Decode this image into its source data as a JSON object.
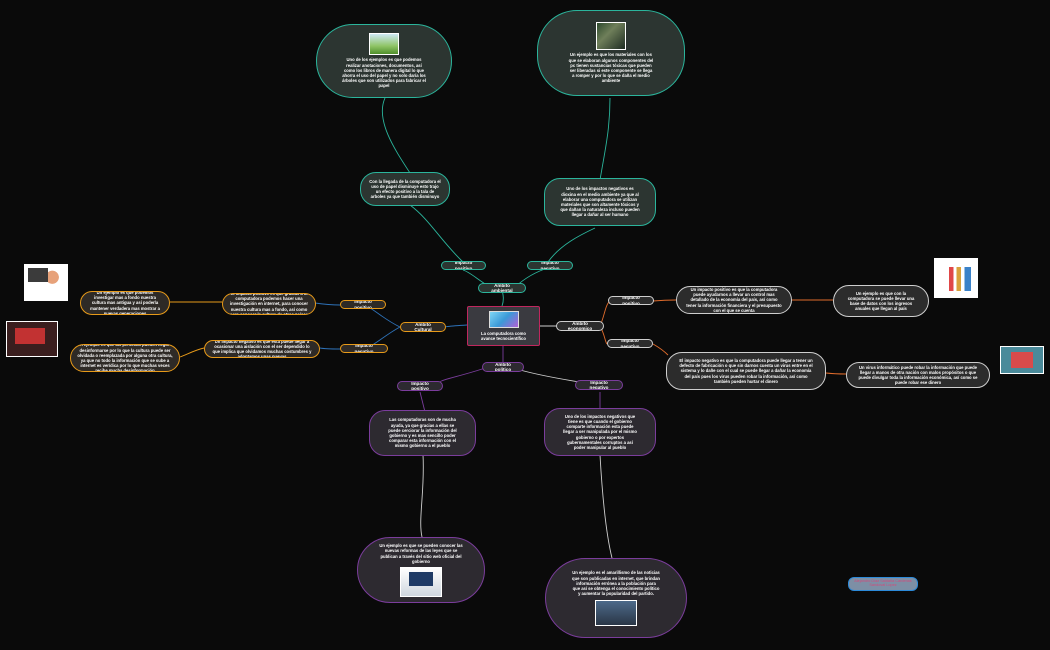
{
  "center": {
    "label": "La computadora como avance tecnocientífico"
  },
  "branches": {
    "ambiental": "Ámbito ambiental",
    "cultural": "Ámbito Cultural",
    "economico": "Ámbito economico",
    "politico": "Ámbito político"
  },
  "impacts": {
    "env_pos": "Impacto positivo",
    "env_neg": "Impacto negativo",
    "cul_pos": "Impacto positivo",
    "cul_neg": "Impacto negativo",
    "eco_pos": "Impacto positivo",
    "eco_neg": "Impacto negativo",
    "pol_pos": "Impacto positivo",
    "pol_neg": "Impacto negativo"
  },
  "texts": {
    "env_pos_desc": "Con la llegada de la computadora el uso de papel disminuye esto trajo un efecto positivo a la tala de arboles ya que también disminuyo",
    "env_pos_example": "Uno de los ejemplos es que podemos realizar anotaciones, documentos, así como los libros de manera digital lo que ahorra el uso del papel y no solo daría los árboles que son utilizados para fabricar el papel",
    "env_neg_desc": "Uno de los impactos negativos es dioxina en el medio ambiente ya que al elaborar una computadora se utilizan materiales que son altamente tóxicos y que dañan la naturaleza incluso pueden llegar a dañar al ser humano",
    "env_neg_example": "Un ejemplo es que los materiales con los que se elaboran algunos componentes del pc tienen sustancias tóxicas que pueden ser liberadas si este componente se llega a romper y por lo que se daña el medio ambiente",
    "cul_pos_desc": "El impacto positivo es que gracias a la computadora podemos hacer una investigación en internet, para conocer nuestra cultura mas a fondo, así como para conocer la cultura de otros países",
    "cul_pos_example": "Un ejemplo es que podemos investigar mas a fondo nuestra cultura mas antigua y así poderla mantener verdadera mas mostrar a nuevas generaciones",
    "cul_neg_desc": "Un impacto negativo es que esta puede llegar a ocasionar una aislación con el ser dependido lo que implica que olvidamos muchas costumbres y adoptamos unas nuevas",
    "cul_neg_example": "Un ejemplo es que las personas pueden llegar a desinformarse por lo que la cultura puede ser olvidada o reemplazada por alguna otra cultura, ya que no todo la información que se sube a internet es verídica por lo que muchas veces recibe mucha desinformación",
    "eco_pos_desc": "Un impacto positivo es que la computadora puede ayudarnos a llevar un control mas detallado de la economía del país, así como tener la información financiera y el presupuesto con el que se cuenta",
    "eco_pos_example": "Un ejemplo es que con la computadora se puede llevar una base de datos con los ingresos anuales que llegan al país",
    "eco_neg_desc": "El impacto negativo es que la computadora puede llegar a tener un defecto de fabricación o que sin darnos cuenta un virus entre en el sistema y lo dañe con el cual se puede llegar a dañar la economía del país pues los virus pueden robar la información, así como también pueden hurtar el dinero",
    "eco_neg_example": "Un virus informático puede robar la información que puede llegar a manos de otra nación con malos propósitos o que puede divulgar toda la información económica, así como se puede robar ese dinero",
    "pol_pos_desc": "Las computadoras son de mucha ayuda, ya que gracias a ellas se puede cerciorar la información del gobierno y es mas sencillo poder comparar esta información con el mismo gobierno a el pueblo",
    "pol_pos_example": "Un ejemplo es que se pueden conocer las nuevas reformas de las leyes que se publican a través del sitio web oficial del gobierno",
    "pol_neg_desc": "Uno de los impactos negativos que tiene es que cuando el gobierno comparte información esta puede llegar a ser manipulada por el mismo gobierno o por expertos gubernamentales corruptos a así poder manipular al pueblo",
    "pol_neg_example": "Un ejemplo es el amarillismo de las noticias que son publicadas en internet, que brindan información errónea a la población para que así se obtenga el conocimiento político y aumentar la popularidad del partido."
  },
  "note": {
    "text": "Alejandro Díaz Saldaña Cárdenas Sandoval Lopez"
  },
  "colors": {
    "background": "#0a0a0a",
    "ambiental": "#2bb59c",
    "cultural": "#e79a19",
    "economico": "#cfcfcf",
    "politico": "#7b3d9c",
    "center": "#c0275e"
  }
}
